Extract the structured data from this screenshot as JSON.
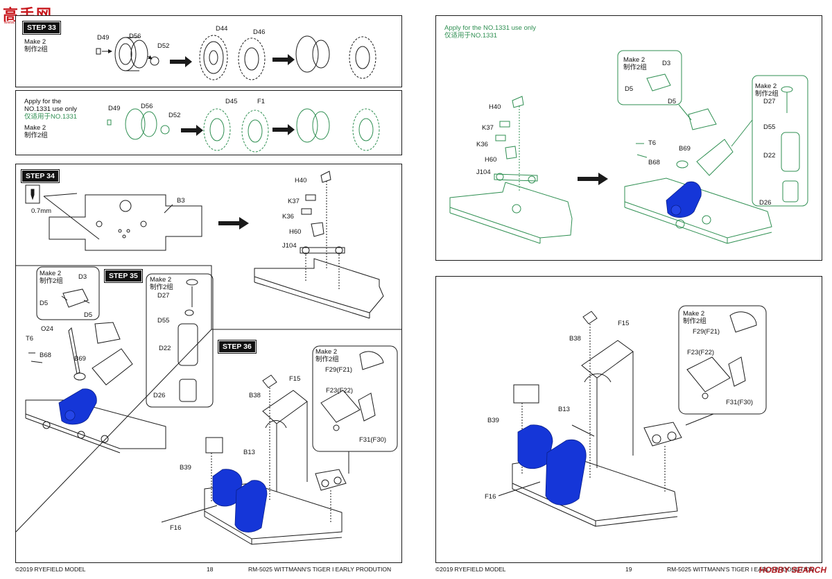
{
  "watermark": {
    "site": "高手网",
    "url": "www.gaoshou.com",
    "brand": "HOBBY SEARCH"
  },
  "colors": {
    "blue": "#1536d8",
    "green": "#2f8f52",
    "line": "#1a1a1a"
  },
  "left": {
    "step33": {
      "title": "STEP 33",
      "make": "Make 2",
      "make_cn": "制作2组",
      "parts": {
        "d49": "D49",
        "d56": "D56",
        "d52": "D52",
        "d44": "D44",
        "d46": "D46"
      }
    },
    "step33b": {
      "apply1": "Apply for the",
      "apply2": "NO.1331 use only",
      "apply_cn": "仅适用于NO.1331",
      "make": "Make 2",
      "make_cn": "制作2组",
      "parts": {
        "d49": "D49",
        "d56": "D56",
        "d52": "D52",
        "d45": "D45",
        "f1": "F1"
      }
    },
    "step34": {
      "title": "STEP 34",
      "drill": "0.7mm",
      "parts": {
        "b3": "B3",
        "h40": "H40",
        "k37": "K37",
        "k36": "K36",
        "h60": "H60",
        "j104": "J104"
      }
    },
    "step35": {
      "title": "STEP 35",
      "make_a": "Make 2",
      "make_a_cn": "制作2组",
      "make_b": "Make 2",
      "make_b_cn": "制作2组",
      "parts": {
        "d3": "D3",
        "d5a": "D5",
        "d5b": "D5",
        "o24": "O24",
        "t6": "T6",
        "b68": "B68",
        "b69": "B69",
        "d27": "D27",
        "d55": "D55",
        "d22": "D22",
        "d26": "D26"
      }
    },
    "step36": {
      "title": "STEP 36",
      "make": "Make 2",
      "make_cn": "制作2组",
      "parts": {
        "b38": "B38",
        "f15": "F15",
        "b39": "B39",
        "b13": "B13",
        "f16": "F16",
        "f29": "F29(F21)",
        "f23": "F23(F22)",
        "f31": "F31(F30)"
      }
    },
    "footer": {
      "copyright": "©2019 RYEFIELD MODEL",
      "page": "18",
      "title": "RM-5025 WITTMANN'S TIGER I EARLY PRODUTION"
    }
  },
  "right": {
    "top": {
      "apply": "Apply for the NO.1331 use only",
      "apply_cn": "仅适用于NO.1331",
      "make_a": "Make 2",
      "make_a_cn": "制作2组",
      "make_b": "Make 2",
      "make_b_cn": "制作2组",
      "parts": {
        "h40": "H40",
        "k37": "K37",
        "k36": "K36",
        "h60": "H60",
        "j104": "J104",
        "d3": "D3",
        "d5a": "D5",
        "d5b": "D5",
        "t6": "T6",
        "b68": "B68",
        "b69": "B69",
        "d27": "D27",
        "d55": "D55",
        "d22": "D22",
        "d26": "D26"
      }
    },
    "bottom": {
      "make": "Make 2",
      "make_cn": "制作2组",
      "parts": {
        "b38": "B38",
        "f15": "F15",
        "b39": "B39",
        "b13": "B13",
        "f16": "F16",
        "f29": "F29(F21)",
        "f23": "F23(F22)",
        "f31": "F31(F30)"
      }
    },
    "footer": {
      "copyright": "©2019 RYEFIELD MODEL",
      "page": "19",
      "title": "RM-5025 WITTMANN'S TIGER I EARLY PRODUCTION"
    }
  }
}
